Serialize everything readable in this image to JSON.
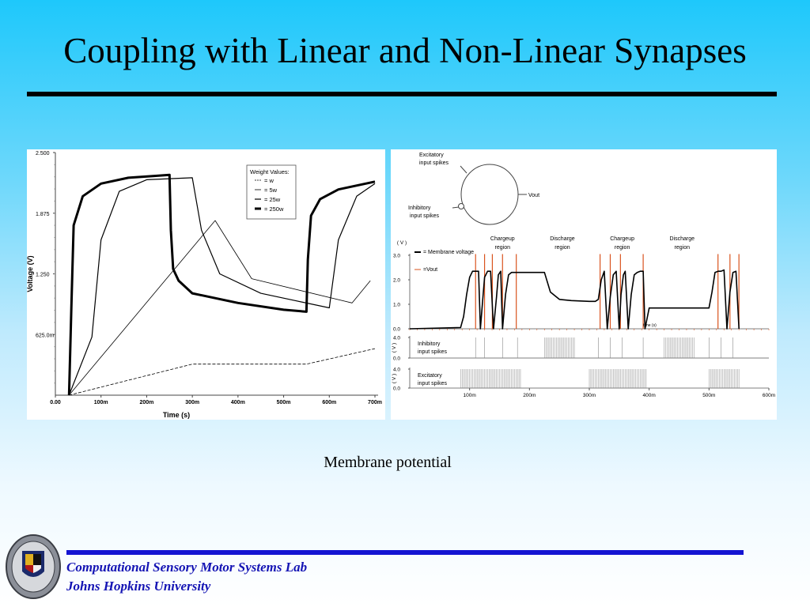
{
  "slide": {
    "title": "Coupling with Linear and Non-Linear Synapses",
    "caption": "Membrane potential",
    "footer_line_1": "Computational Sensory Motor Systems Lab",
    "footer_line_2": "Johns Hopkins University",
    "logo_icon": "university-seal-icon"
  },
  "chart_data": [
    {
      "type": "line",
      "title": "",
      "xlabel": "Time (s)",
      "ylabel": "Voltage (V)",
      "xlim": [
        0,
        0.7
      ],
      "ylim": [
        0,
        2.5
      ],
      "x_ticks": [
        0,
        0.1,
        0.2,
        0.3,
        0.4,
        0.5,
        0.6,
        0.7
      ],
      "x_tick_labels": [
        "0.00",
        "100m",
        "200m",
        "300m",
        "400m",
        "500m",
        "600m",
        "700m"
      ],
      "y_ticks": [
        0.625,
        1.25,
        1.875,
        2.5
      ],
      "y_tick_labels": [
        "625.0m",
        "1.250",
        "1.875",
        "2.500"
      ],
      "legend_title": "Weight Values:",
      "legend_position": "top-right",
      "series": [
        {
          "name": "= w",
          "style": "dashed-thin",
          "x": [
            0.03,
            0.3,
            0.55,
            0.7
          ],
          "y": [
            0,
            0.32,
            0.32,
            0.48
          ]
        },
        {
          "name": "= 5w",
          "style": "thin",
          "x": [
            0.03,
            0.35,
            0.43,
            0.65,
            0.69
          ],
          "y": [
            0,
            1.8,
            1.2,
            0.95,
            1.18
          ]
        },
        {
          "name": "= 25w",
          "style": "medium",
          "x": [
            0.03,
            0.08,
            0.1,
            0.14,
            0.2,
            0.3,
            0.32,
            0.36,
            0.45,
            0.6,
            0.62,
            0.66,
            0.7
          ],
          "y": [
            0,
            0.6,
            1.6,
            2.1,
            2.22,
            2.24,
            1.7,
            1.25,
            1.05,
            0.9,
            1.6,
            2.05,
            2.18
          ]
        },
        {
          "name": "= 250w",
          "style": "thick",
          "x": [
            0.03,
            0.035,
            0.04,
            0.06,
            0.1,
            0.16,
            0.22,
            0.25,
            0.253,
            0.258,
            0.27,
            0.3,
            0.4,
            0.5,
            0.55,
            0.553,
            0.56,
            0.58,
            0.62,
            0.7
          ],
          "y": [
            0,
            0.9,
            1.75,
            2.05,
            2.18,
            2.24,
            2.26,
            2.27,
            1.7,
            1.3,
            1.18,
            1.05,
            0.95,
            0.88,
            0.86,
            1.4,
            1.85,
            2.02,
            2.12,
            2.2
          ]
        }
      ]
    },
    {
      "type": "line",
      "title": "",
      "xlabel": "",
      "ylabel": "",
      "xlim": [
        0,
        0.6
      ],
      "x_ticks": [
        0.1,
        0.2,
        0.3,
        0.4,
        0.5,
        0.6
      ],
      "x_tick_labels": [
        "100m",
        "200m",
        "300m",
        "400m",
        "500m",
        "600m"
      ],
      "diagram_labels": {
        "excitatory": [
          "Excitatory",
          "input spikes"
        ],
        "inhibitory": [
          "Inhibitory",
          "input spikes"
        ],
        "vout": "Vout"
      },
      "region_labels": [
        {
          "lines": [
            "Chargeup",
            "region"
          ],
          "x": 0.155
        },
        {
          "lines": [
            "Discharge",
            "region"
          ],
          "x": 0.255
        },
        {
          "lines": [
            "Chargeup",
            "region"
          ],
          "x": 0.355
        },
        {
          "lines": [
            "Discharge",
            "region"
          ],
          "x": 0.455
        }
      ],
      "legend_position": "top-left",
      "legend": [
        "= Membrane voltage",
        "=Vout"
      ],
      "inset_time_label": "time (s)",
      "colors": {
        "membrane": "#000000",
        "vout": "#d9531e"
      },
      "subplots": [
        {
          "name": "membrane",
          "unit_label": "( V )",
          "ylim": [
            0,
            3
          ],
          "y_ticks": [
            0,
            1,
            2,
            3
          ],
          "y_tick_labels": [
            "0.0",
            "1.0",
            "2.0",
            "3.0"
          ],
          "membrane_x": [
            0,
            0.085,
            0.09,
            0.095,
            0.1,
            0.105,
            0.11,
            0.115,
            0.118,
            0.122,
            0.125,
            0.13,
            0.135,
            0.14,
            0.145,
            0.148,
            0.152,
            0.155,
            0.16,
            0.165,
            0.17,
            0.175,
            0.178,
            0.18,
            0.225,
            0.235,
            0.25,
            0.27,
            0.3,
            0.305,
            0.31,
            0.315,
            0.32,
            0.325,
            0.33,
            0.335,
            0.34,
            0.345,
            0.35,
            0.353,
            0.357,
            0.36,
            0.365,
            0.37,
            0.375,
            0.38,
            0.385,
            0.39,
            0.393,
            0.4,
            0.5,
            0.505,
            0.51,
            0.515,
            0.52,
            0.525,
            0.53,
            0.535,
            0.54,
            0.545,
            0.55
          ],
          "membrane_y": [
            0.0,
            0.05,
            0.5,
            1.4,
            2.1,
            2.35,
            2.35,
            2.35,
            0.0,
            1.2,
            2.1,
            2.35,
            2.35,
            0.0,
            1.3,
            2.2,
            2.35,
            0.0,
            1.4,
            2.2,
            2.3,
            2.3,
            2.3,
            2.3,
            2.3,
            1.5,
            1.2,
            1.15,
            1.12,
            1.12,
            1.12,
            1.2,
            2.0,
            2.35,
            0.0,
            1.3,
            2.2,
            2.35,
            0.0,
            1.4,
            2.2,
            2.35,
            0.0,
            1.4,
            2.2,
            2.3,
            2.35,
            2.35,
            0.0,
            0.85,
            0.85,
            1.5,
            2.3,
            2.35,
            2.35,
            2.4,
            0.0,
            1.5,
            2.3,
            2.35,
            0.0
          ],
          "vout_spikes": [
            0.11,
            0.125,
            0.138,
            0.155,
            0.178,
            0.318,
            0.335,
            0.352,
            0.39,
            0.515,
            0.535,
            0.55
          ]
        },
        {
          "name": "inhibitory",
          "unit_label": "( V )",
          "labels": [
            "Inhibitory",
            "input spikes"
          ],
          "ylim": [
            0,
            4
          ],
          "y_ticks": [
            0,
            4
          ],
          "y_tick_labels": [
            "0.0",
            "4.0"
          ],
          "bursts": [
            [
              0.225,
              0.275
            ],
            [
              0.425,
              0.475
            ]
          ],
          "isolated_spikes": [
            0.11,
            0.125,
            0.155,
            0.18,
            0.315,
            0.335,
            0.355,
            0.39,
            0.5,
            0.52,
            0.54
          ]
        },
        {
          "name": "excitatory",
          "unit_label": "( V )",
          "labels": [
            "Excitatory",
            "input spikes"
          ],
          "ylim": [
            0,
            4
          ],
          "y_ticks": [
            0,
            4
          ],
          "y_tick_labels": [
            "0.0",
            "4.0"
          ],
          "bursts": [
            [
              0.085,
              0.185
            ],
            [
              0.3,
              0.395
            ],
            [
              0.5,
              0.55
            ]
          ],
          "isolated_spikes": []
        }
      ]
    }
  ]
}
